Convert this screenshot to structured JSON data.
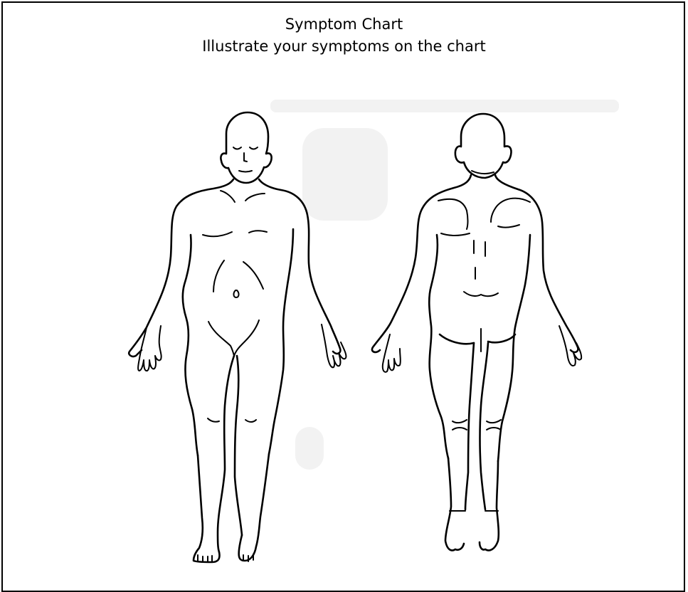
{
  "header": {
    "title": "Symptom Chart",
    "instruction": "Illustrate your symptoms on the chart"
  },
  "figures": {
    "front_icon": "front-body-outline",
    "back_icon": "back-body-outline"
  }
}
